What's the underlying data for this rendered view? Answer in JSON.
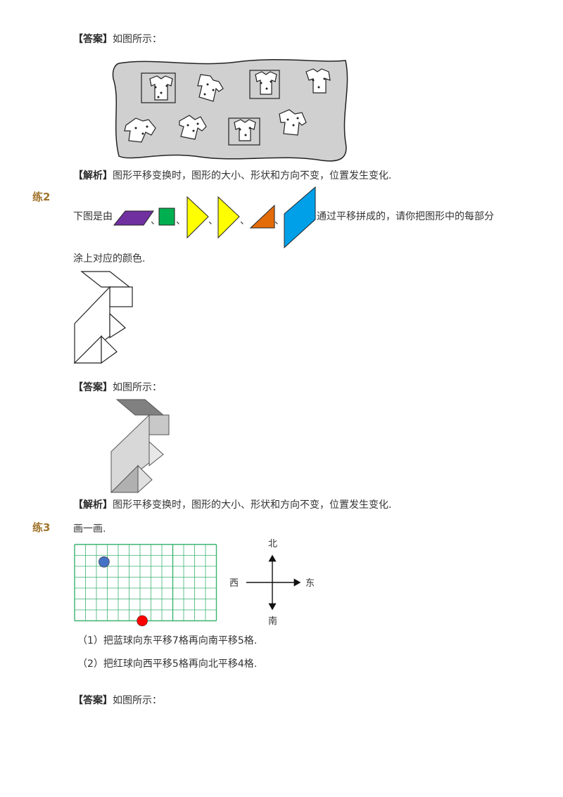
{
  "answer1": {
    "tag": "【答案】",
    "text": "如图所示："
  },
  "analysis1": {
    "tag": "【解析】",
    "text": "图形平移变换时，图形的大小、形状和方向不变，位置发生变化."
  },
  "ex2": {
    "label": "练2",
    "intro": "下图是由",
    "sep": "、",
    "tail": "通过平移拼成的，请你把图形中的每部分",
    "line2": "涂上对应的颜色."
  },
  "answer2": {
    "tag": "【答案】",
    "text": "如图所示："
  },
  "analysis2": {
    "tag": "【解析】",
    "text": "图形平移变换时，图形的大小、形状和方向不变，位置发生变化."
  },
  "ex3": {
    "label": "练3",
    "title": "画一画.",
    "q1": "（1）把蓝球向东平移7格再向南平移5格.",
    "q2": "（2）把红球向西平移5格再向北平移4格.",
    "compass": {
      "north": "北",
      "south": "南",
      "west": "西",
      "east": "东"
    }
  },
  "answer3": {
    "tag": "【答案】",
    "text": "如图所示："
  },
  "colors": {
    "purple": "#7030a0",
    "green": "#00b050",
    "yellow": "#ffff00",
    "orange": "#e36c09",
    "blue": "#00a0e9",
    "grid": "#3cb371",
    "blue_ball": "#4472c4",
    "red_ball": "#ff0000"
  }
}
